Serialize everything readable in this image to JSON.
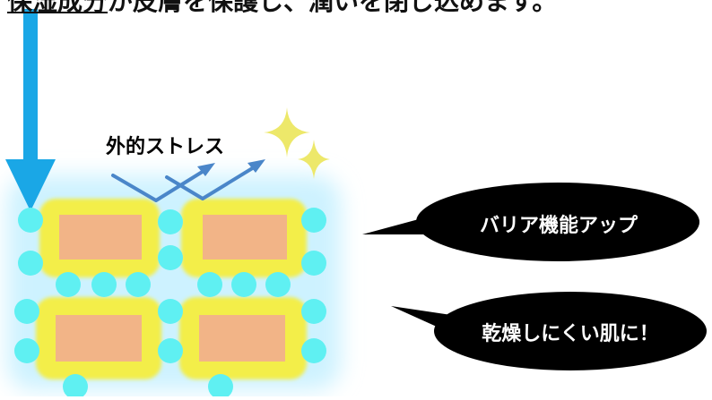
{
  "header": {
    "underlined_text": "保湿成分",
    "rest_text": "が皮膚を保護し、潤いを閉じ込めます。"
  },
  "diagram": {
    "stress_label": "外的ストレス"
  },
  "bubbles": [
    {
      "text": "バリア機能アップ"
    },
    {
      "text": "乾燥しにくい肌に！"
    }
  ],
  "colors": {
    "arrow_blue": "#1aa7e6",
    "glow": "#cdf2ff",
    "cell_yellow": "#f3ee49",
    "cell_inner": "#f2b487",
    "dot_cyan": "#5ff0f2",
    "stress_arrow": "#4a86c9",
    "sparkle": "#ede86a",
    "bubble": "#000000"
  }
}
